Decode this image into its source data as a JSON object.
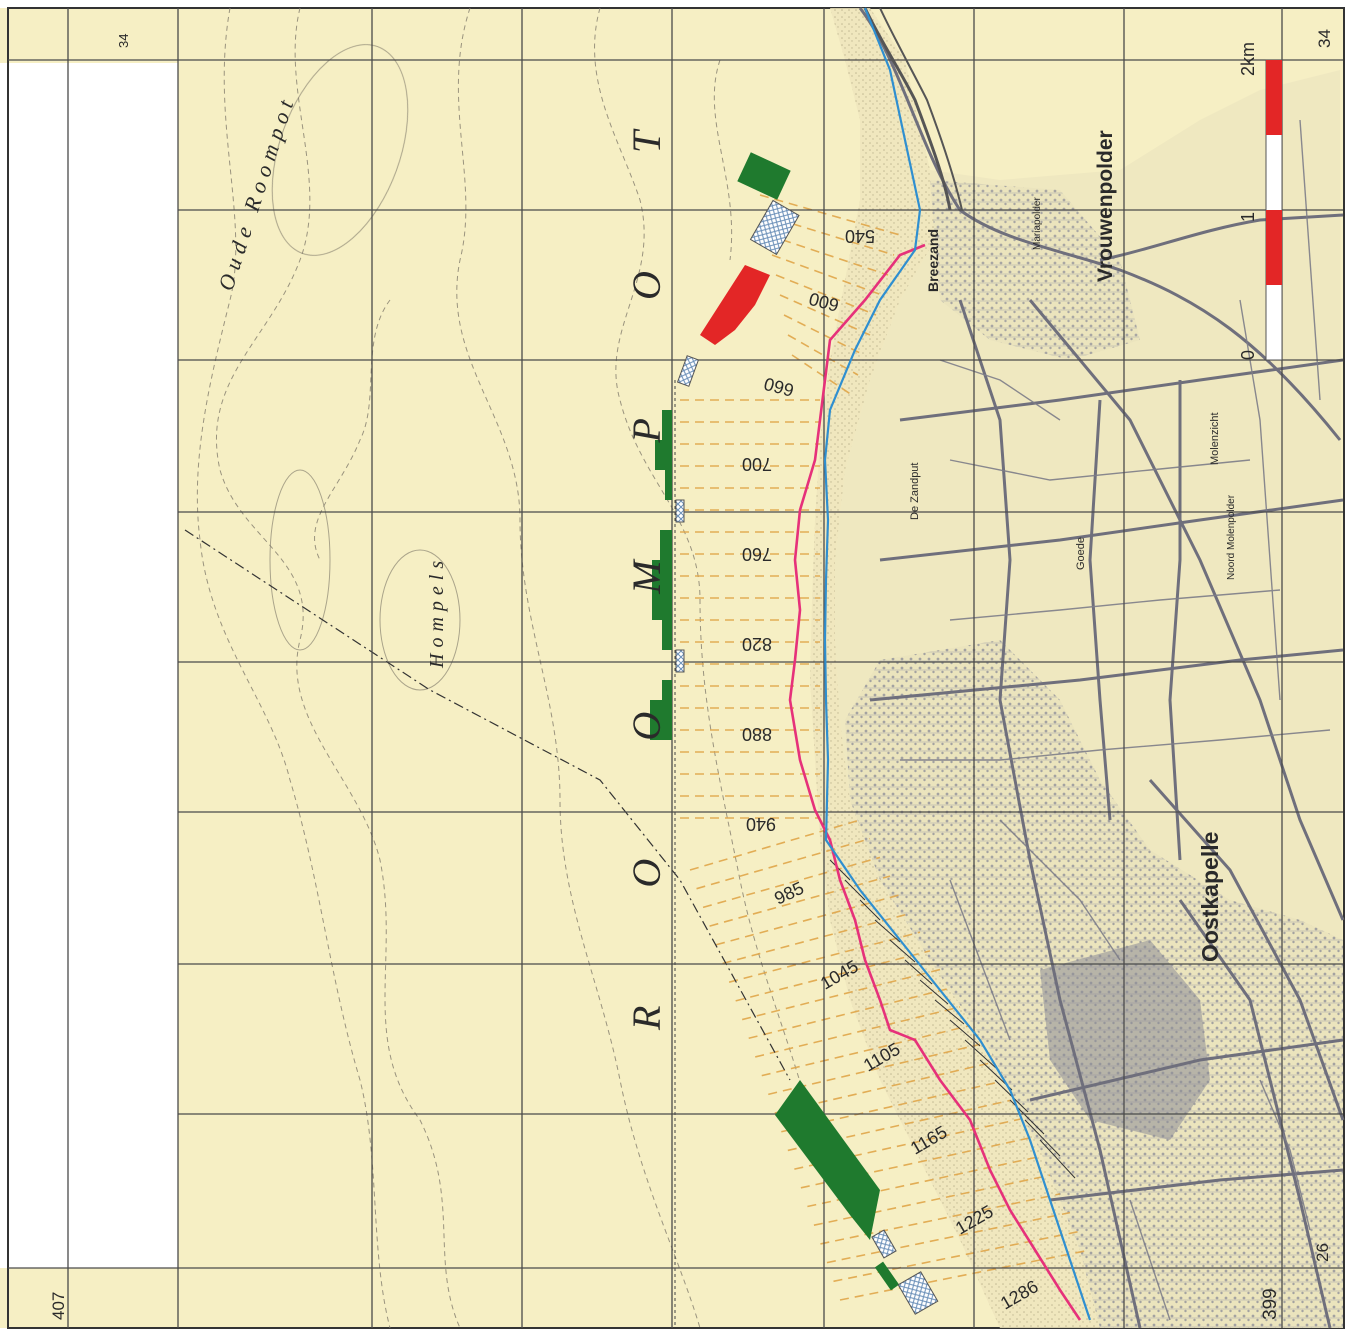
{
  "map": {
    "margin_labels": {
      "top_left": "34",
      "top_right": "34",
      "bottom_left": "407",
      "bottom_right_easting": "399",
      "bottom_right_northing": "26"
    },
    "scale_bar": {
      "ticks": [
        "0",
        "1",
        "2km"
      ]
    },
    "water_names": [
      "Oude Roompot",
      "Hompels",
      "ROOMPOT"
    ],
    "place_names": {
      "villages": [
        "Vrouwenpolder",
        "Oostkapelle"
      ],
      "polders": [
        "Breezand",
        "De Zandput",
        "Goede",
        "Molenzicht",
        "Noord Molenpolder",
        "Mariapolder"
      ]
    },
    "profile_labels": [
      "540",
      "600",
      "660",
      "700",
      "760",
      "820",
      "880",
      "940",
      "985",
      "1045",
      "1105",
      "1165",
      "1225",
      "1286"
    ],
    "colors": {
      "paper": "#f6efc4",
      "grid": "#4a4a4a",
      "red_line": "#e6317a",
      "blue_line": "#2f8fd0",
      "green_blocks": "#1f7a2e",
      "red_block": "#e32626",
      "hatch": "#e0a64a",
      "town": "#8a8a96"
    }
  }
}
